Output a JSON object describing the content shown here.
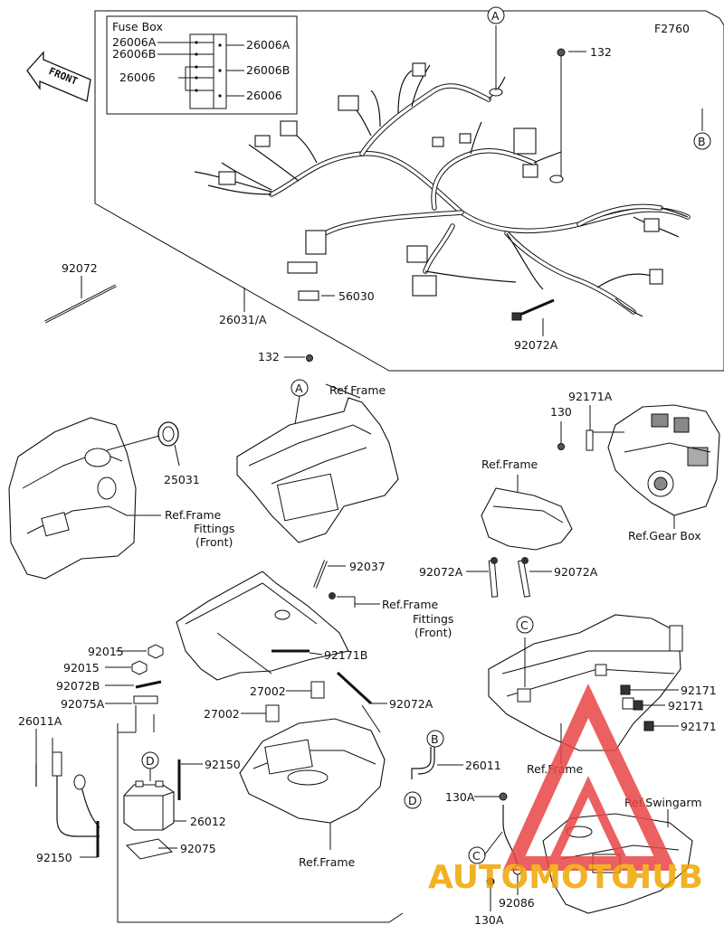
{
  "diagram": {
    "figure_code": "F2760",
    "front_label": "FRONT",
    "fuse_box": {
      "title": "Fuse Box",
      "left_labels": [
        "26006A",
        "26006B",
        "26006"
      ],
      "right_labels": [
        "26006A",
        "26006B",
        "26006"
      ]
    },
    "callouts": {
      "A": "A",
      "B": "B",
      "C": "C",
      "D": "D"
    },
    "part_labels": {
      "p132": "132",
      "p92072": "92072",
      "p26031A": "26031/A",
      "p56030": "56030",
      "p92072A": "92072A",
      "p25031": "25031",
      "p92171A": "92171A",
      "p130": "130",
      "p92037": "92037",
      "p92171B": "92171B",
      "p92015": "92015",
      "p92072B": "92072B",
      "p92075A": "92075A",
      "p26011A": "26011A",
      "p27002": "27002",
      "p92150": "92150",
      "p26012": "26012",
      "p92075": "92075",
      "p26011": "26011",
      "p130A": "130A",
      "p92086": "92086",
      "p92171": "92171"
    },
    "ref_labels": {
      "frame": "Ref.Frame",
      "frame_fittings": "Ref.Frame",
      "fittings_line1": "Fittings",
      "fittings_line2": "(Front)",
      "gear_box": "Ref.Gear Box",
      "swingarm": "Ref.Swingarm"
    },
    "watermark": {
      "text_left": "AUTOMOTO",
      "text_right": "HUB",
      "color_logo": "#e84545",
      "color_text": "#f0a500"
    }
  }
}
